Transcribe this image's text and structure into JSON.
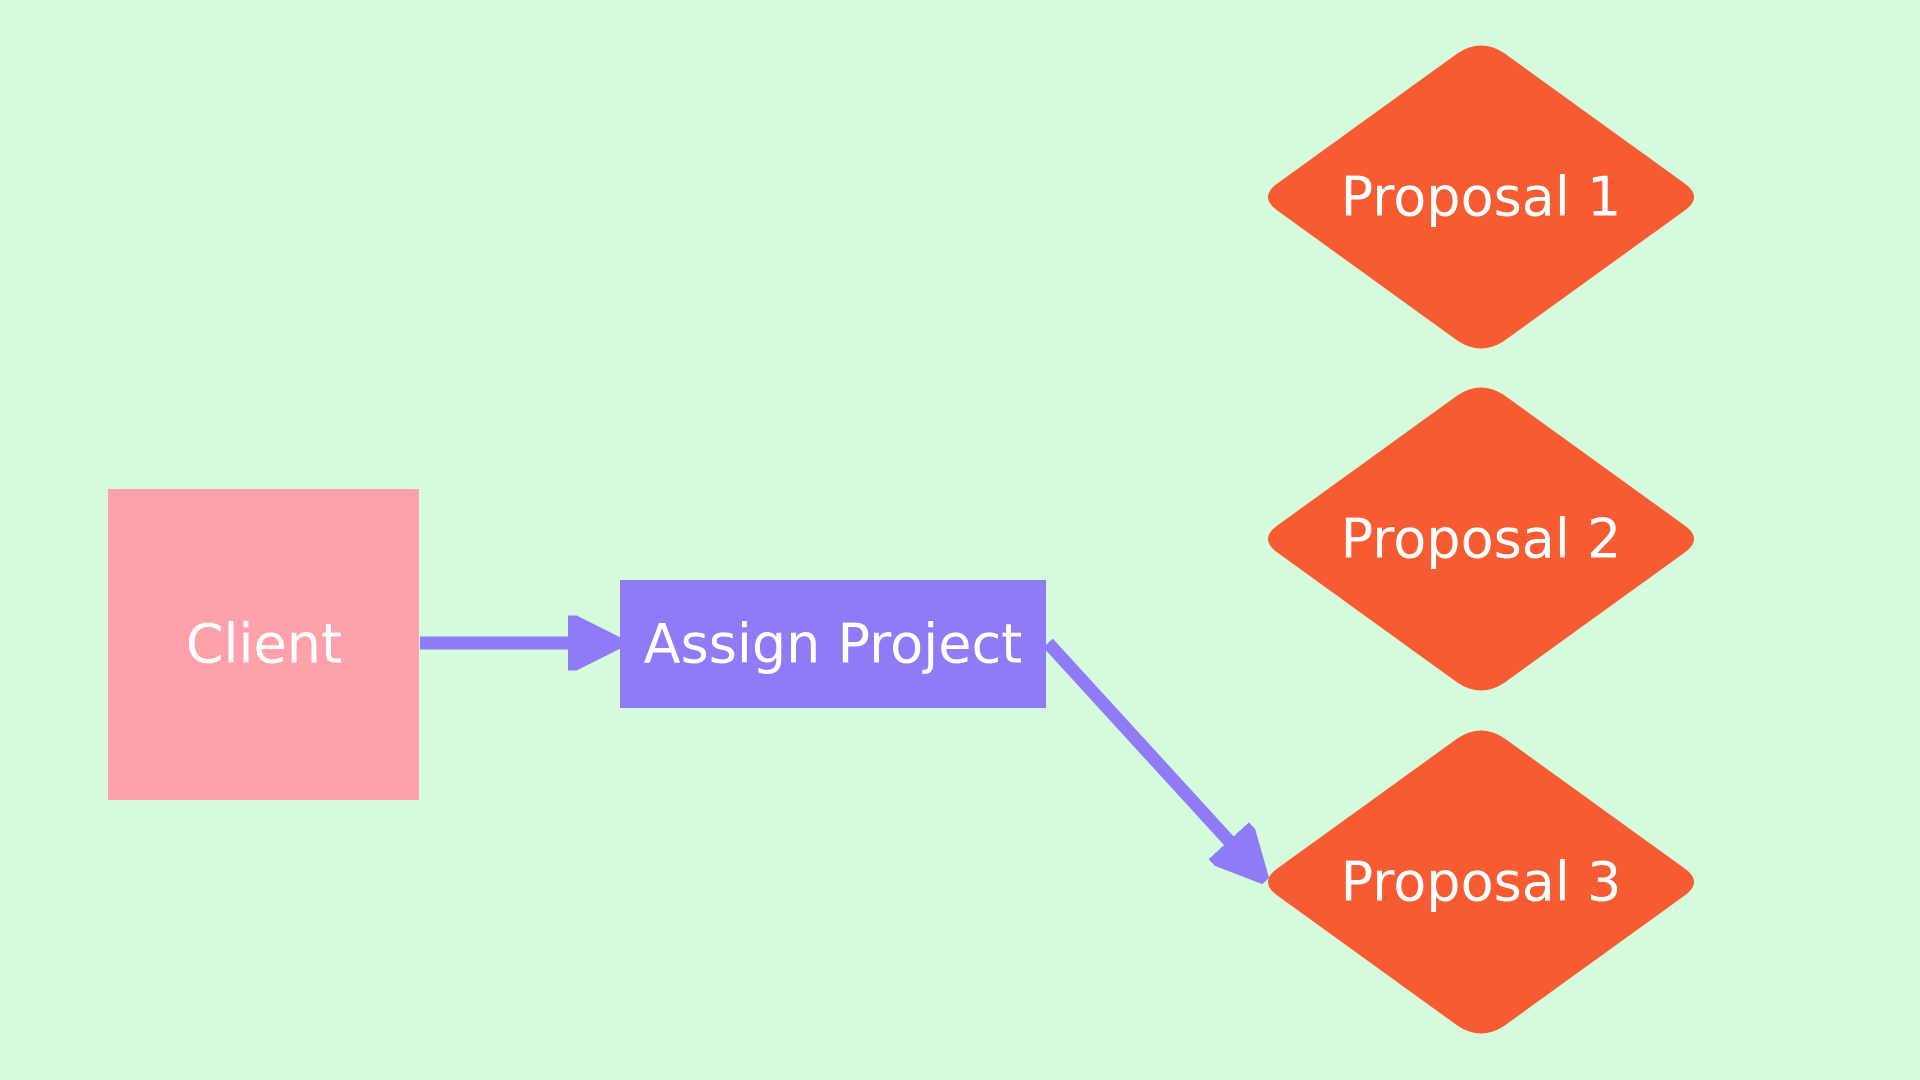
{
  "colors": {
    "background": "#d6fbdc",
    "client_fill": "#ffa1aa",
    "process_fill": "#8f7bf6",
    "decision_fill": "#f65b31",
    "connector": "#8f7bf6",
    "label_text": "#ffffff"
  },
  "nodes": {
    "client": {
      "label": "Client",
      "shape": "square"
    },
    "assign": {
      "label": "Assign Project",
      "shape": "rectangle"
    },
    "proposal1": {
      "label": "Proposal 1",
      "shape": "diamond"
    },
    "proposal2": {
      "label": "Proposal 2",
      "shape": "diamond"
    },
    "proposal3": {
      "label": "Proposal 3",
      "shape": "diamond"
    }
  },
  "edges": [
    {
      "from": "client",
      "to": "assign"
    },
    {
      "from": "assign",
      "to": "proposal3"
    }
  ]
}
